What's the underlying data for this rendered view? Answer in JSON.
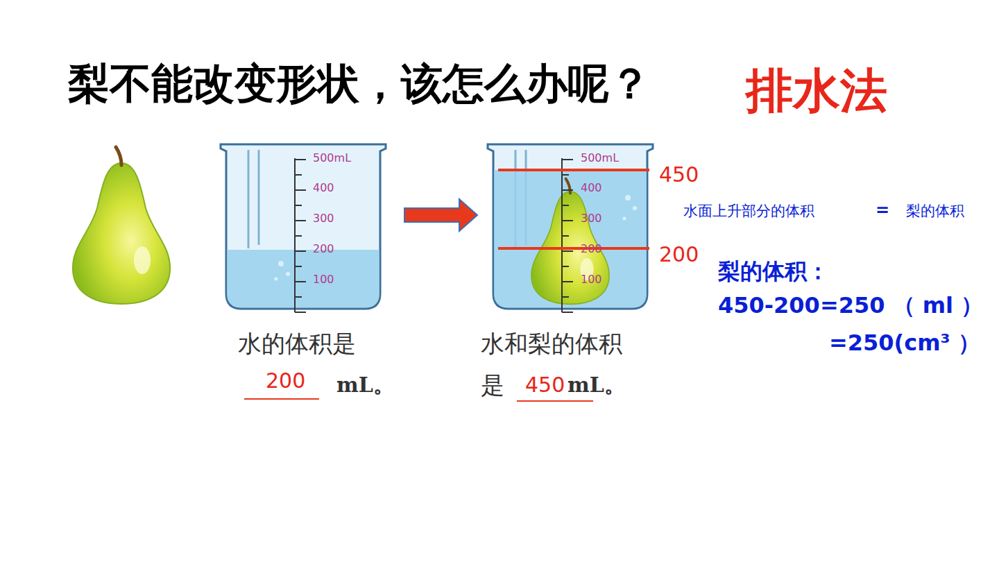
{
  "diagram": {
    "title": "梨不能改变形状，该怎么办呢？",
    "labels": [
      "排水法",
      "500mL",
      "400",
      "300",
      "200",
      "100",
      "500mL",
      "400",
      "300",
      "200",
      "100",
      "450",
      "200",
      "水面上升部分的体积",
      "=",
      "梨的体积",
      "梨的体积：",
      "450-200=250 （ ml ）",
      "=250(cm³ ）",
      "水的体积是",
      "200",
      "mL。",
      "水和梨的体积",
      "是",
      "450",
      "mL。"
    ]
  }
}
